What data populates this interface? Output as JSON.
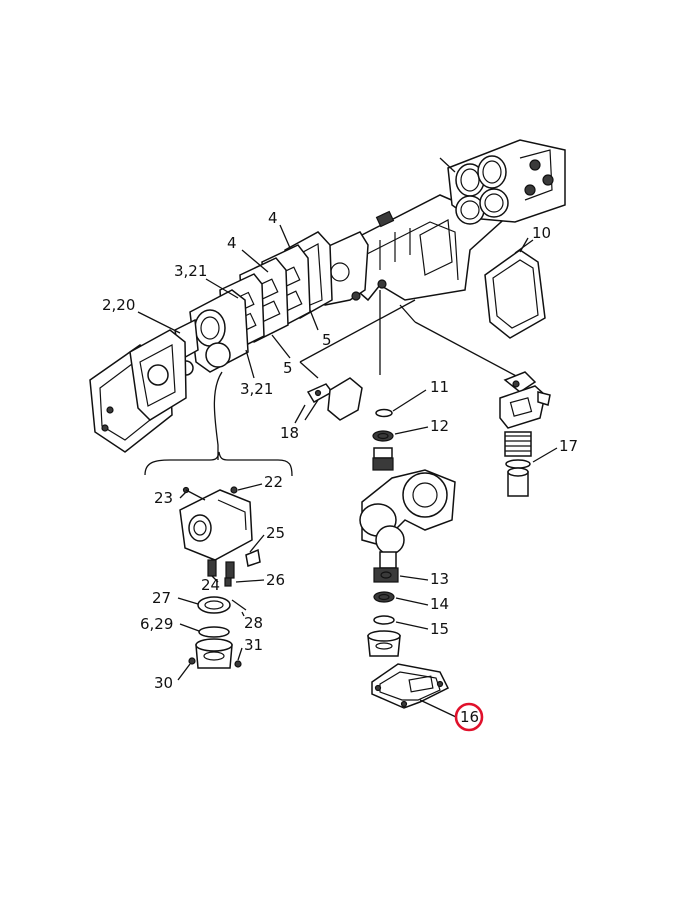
{
  "diagram": {
    "callouts": [
      {
        "id": "c2_20",
        "text": "2,20"
      },
      {
        "id": "c3_21a",
        "text": "3,21"
      },
      {
        "id": "c4a",
        "text": "4"
      },
      {
        "id": "c4b",
        "text": "4"
      },
      {
        "id": "c5a",
        "text": "5"
      },
      {
        "id": "c5b",
        "text": "5"
      },
      {
        "id": "c3_21b",
        "text": "3,21"
      },
      {
        "id": "c10",
        "text": "10"
      },
      {
        "id": "c11",
        "text": "11"
      },
      {
        "id": "c12",
        "text": "12"
      },
      {
        "id": "c13",
        "text": "13"
      },
      {
        "id": "c14",
        "text": "14"
      },
      {
        "id": "c15",
        "text": "15"
      },
      {
        "id": "c16",
        "text": "16"
      },
      {
        "id": "c17",
        "text": "17"
      },
      {
        "id": "c18",
        "text": "18"
      },
      {
        "id": "c22",
        "text": "22"
      },
      {
        "id": "c23",
        "text": "23"
      },
      {
        "id": "c24",
        "text": "24"
      },
      {
        "id": "c25",
        "text": "25"
      },
      {
        "id": "c26",
        "text": "26"
      },
      {
        "id": "c27",
        "text": "27"
      },
      {
        "id": "c28",
        "text": "28"
      },
      {
        "id": "c6_29",
        "text": "6,29"
      },
      {
        "id": "c31",
        "text": "31"
      },
      {
        "id": "c30",
        "text": "30"
      }
    ],
    "highlight": {
      "callout": "16",
      "color": "#e0112b"
    },
    "line_color": "#111111"
  }
}
